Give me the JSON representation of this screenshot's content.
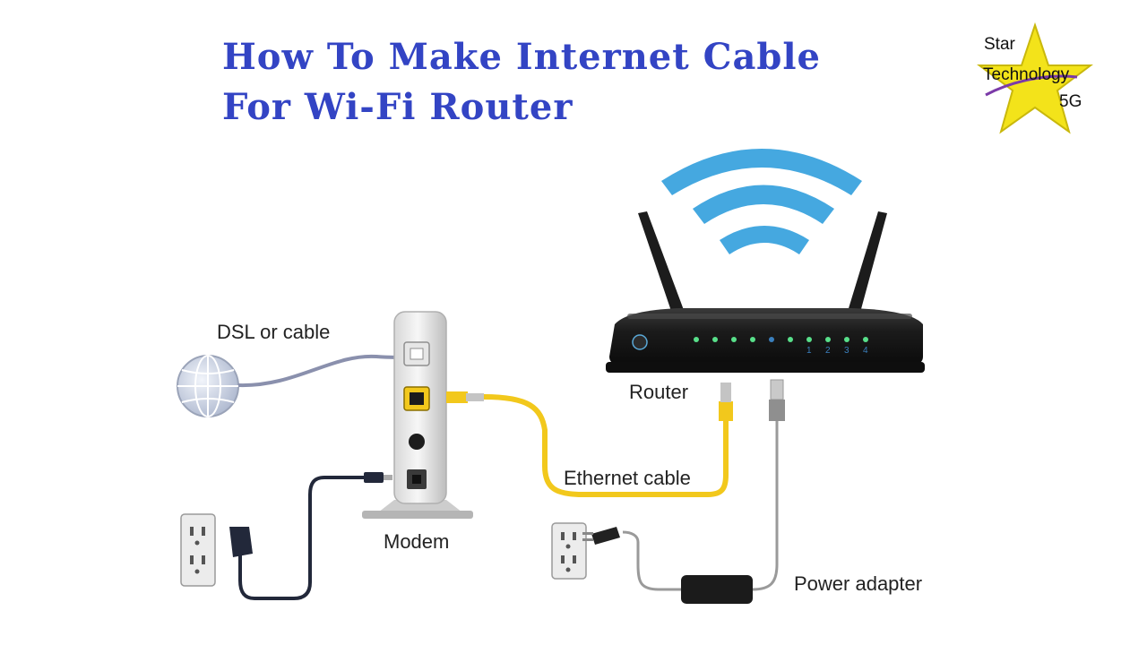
{
  "title": {
    "line1": "How To Make Internet Cable",
    "line2": "For Wi-Fi Router"
  },
  "logo": {
    "line1": "Star",
    "line2": "Technology",
    "line3": "5G"
  },
  "labels": {
    "dsl": "DSL or cable",
    "modem": "Modem",
    "router": "Router",
    "ethernet": "Ethernet cable",
    "power_adapter": "Power adapter"
  },
  "router_port_labels": [
    "1",
    "2",
    "3",
    "4"
  ],
  "colors": {
    "title": "#3344c4",
    "wifi": "#45a8e0",
    "ethernet_cable": "#f2c81c",
    "star": "#f3e31a",
    "router_body": "#1c1c1c",
    "led": "#58e08a"
  },
  "icons": [
    "globe-icon",
    "wifi-icon",
    "star-icon",
    "power-button-icon",
    "wall-outlet-icon",
    "power-plug-icon"
  ]
}
